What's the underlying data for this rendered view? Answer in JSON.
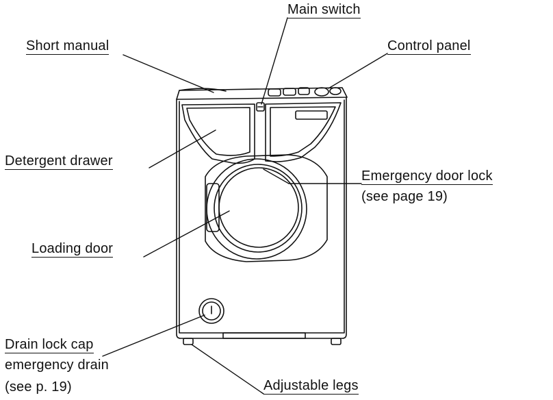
{
  "labels": {
    "main_switch": "Main switch",
    "short_manual": "Short manual",
    "control_panel": "Control panel",
    "detergent_drawer": "Detergent drawer",
    "emergency_door_lock": "Emergency door lock",
    "emergency_door_lock_ref": "(see page 19)",
    "loading_door": "Loading door",
    "drain_lock_cap": "Drain lock cap",
    "emergency_drain": "emergency drain",
    "drain_ref": "(see p. 19)",
    "adjustable_legs": "Adjustable legs"
  },
  "colors": {
    "line": "#111111",
    "body": "#ffffff"
  }
}
